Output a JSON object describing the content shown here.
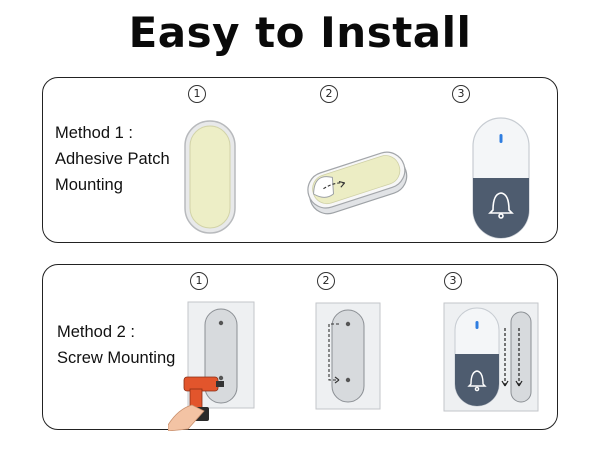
{
  "title": "Easy to Install",
  "method1": {
    "label_lines": [
      "Method 1 :",
      "Adhesive Patch",
      "Mounting"
    ],
    "steps": [
      "1",
      "2",
      "3"
    ],
    "step_images": [
      "adhesive-patch-image",
      "peel-backing-image",
      "doorbell-mounted-image"
    ]
  },
  "method2": {
    "label_lines": [
      "Method 2 :",
      "Screw Mounting"
    ],
    "steps": [
      "1",
      "2",
      "3"
    ],
    "step_images": [
      "drill-screws-image",
      "mount-on-screws-image",
      "slide-doorbell-image"
    ]
  },
  "colors": {
    "doorbell_body": "#f4f6f8",
    "doorbell_bottom": "#4e5c6f",
    "led": "#2f7de0",
    "adhesive": "#eeeec7",
    "drill": "#e2552c"
  }
}
